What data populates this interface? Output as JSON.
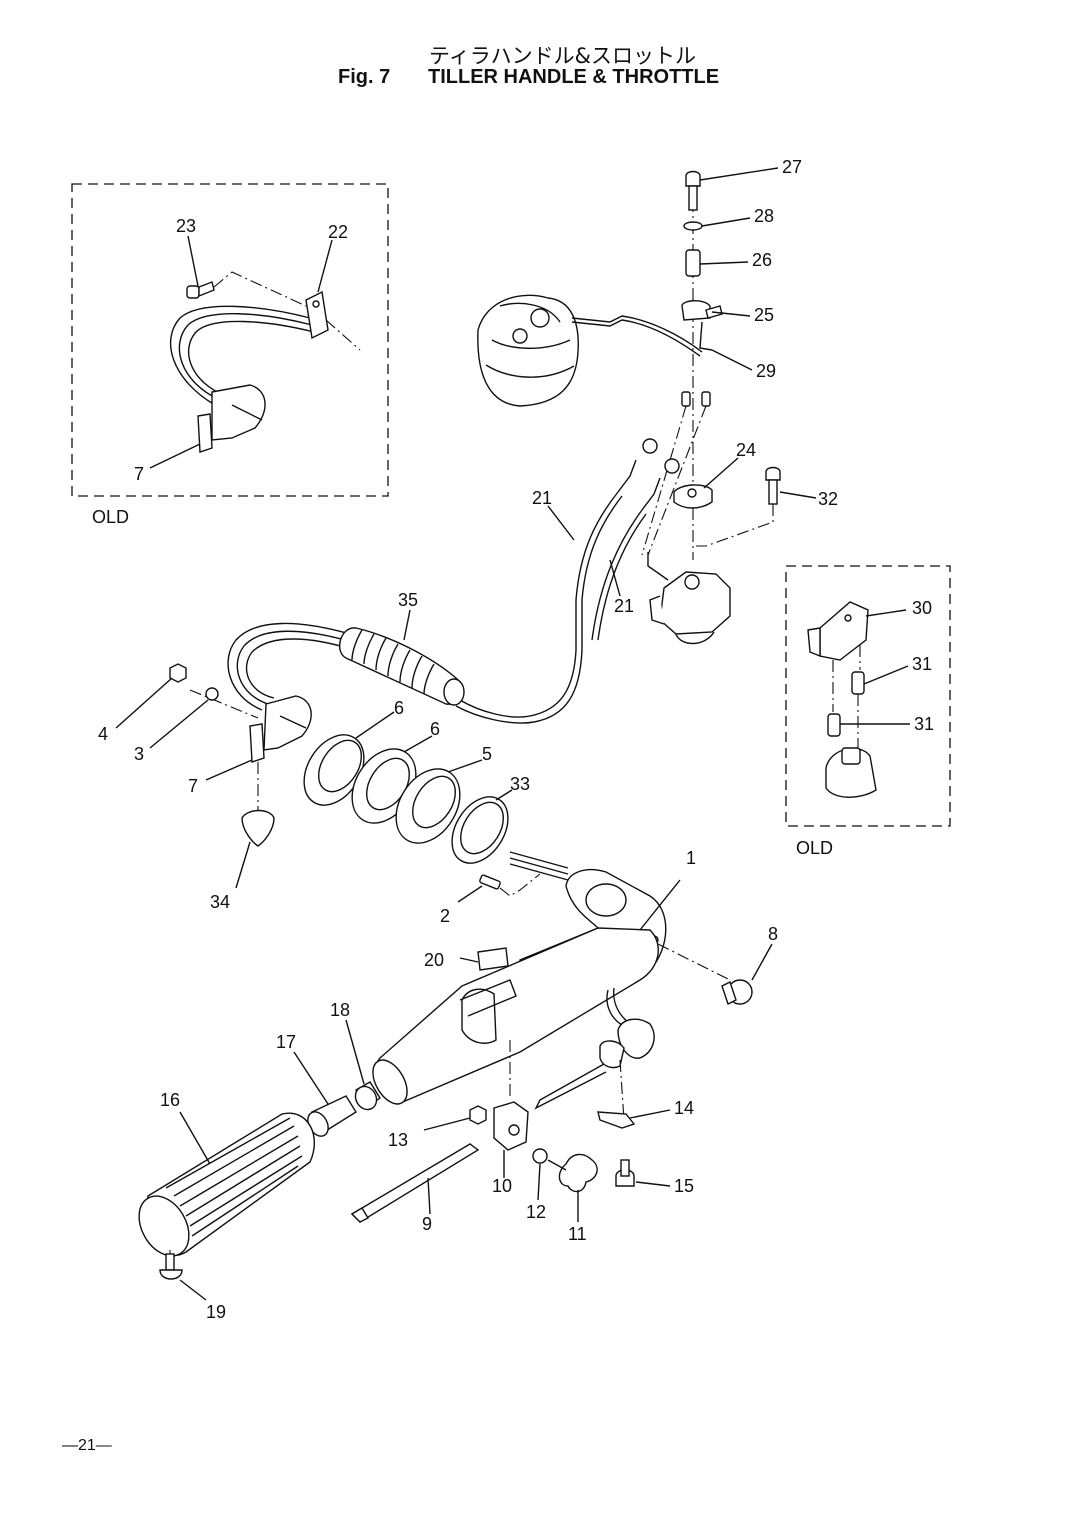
{
  "header": {
    "title_jp": "ティラハンドル&スロットル",
    "fig_label": "Fig. 7",
    "fig_title": "TILLER HANDLE & THROTTLE"
  },
  "insets": {
    "left_label": "OLD",
    "right_label": "OLD"
  },
  "callouts": {
    "c1": "1",
    "c2": "2",
    "c3": "3",
    "c4": "4",
    "c5": "5",
    "c6a": "6",
    "c6b": "6",
    "c7a": "7",
    "c7b": "7",
    "c8": "8",
    "c9": "9",
    "c10": "10",
    "c11": "11",
    "c12": "12",
    "c13": "13",
    "c14": "14",
    "c15": "15",
    "c16": "16",
    "c17": "17",
    "c18": "18",
    "c19": "19",
    "c20": "20",
    "c21a": "21",
    "c21b": "21",
    "c22": "22",
    "c23": "23",
    "c24": "24",
    "c25": "25",
    "c26": "26",
    "c27": "27",
    "c28": "28",
    "c29": "29",
    "c30": "30",
    "c31a": "31",
    "c31b": "31",
    "c32": "32",
    "c33": "33",
    "c34": "34",
    "c35": "35"
  },
  "footer": {
    "page_number": "—21—"
  }
}
